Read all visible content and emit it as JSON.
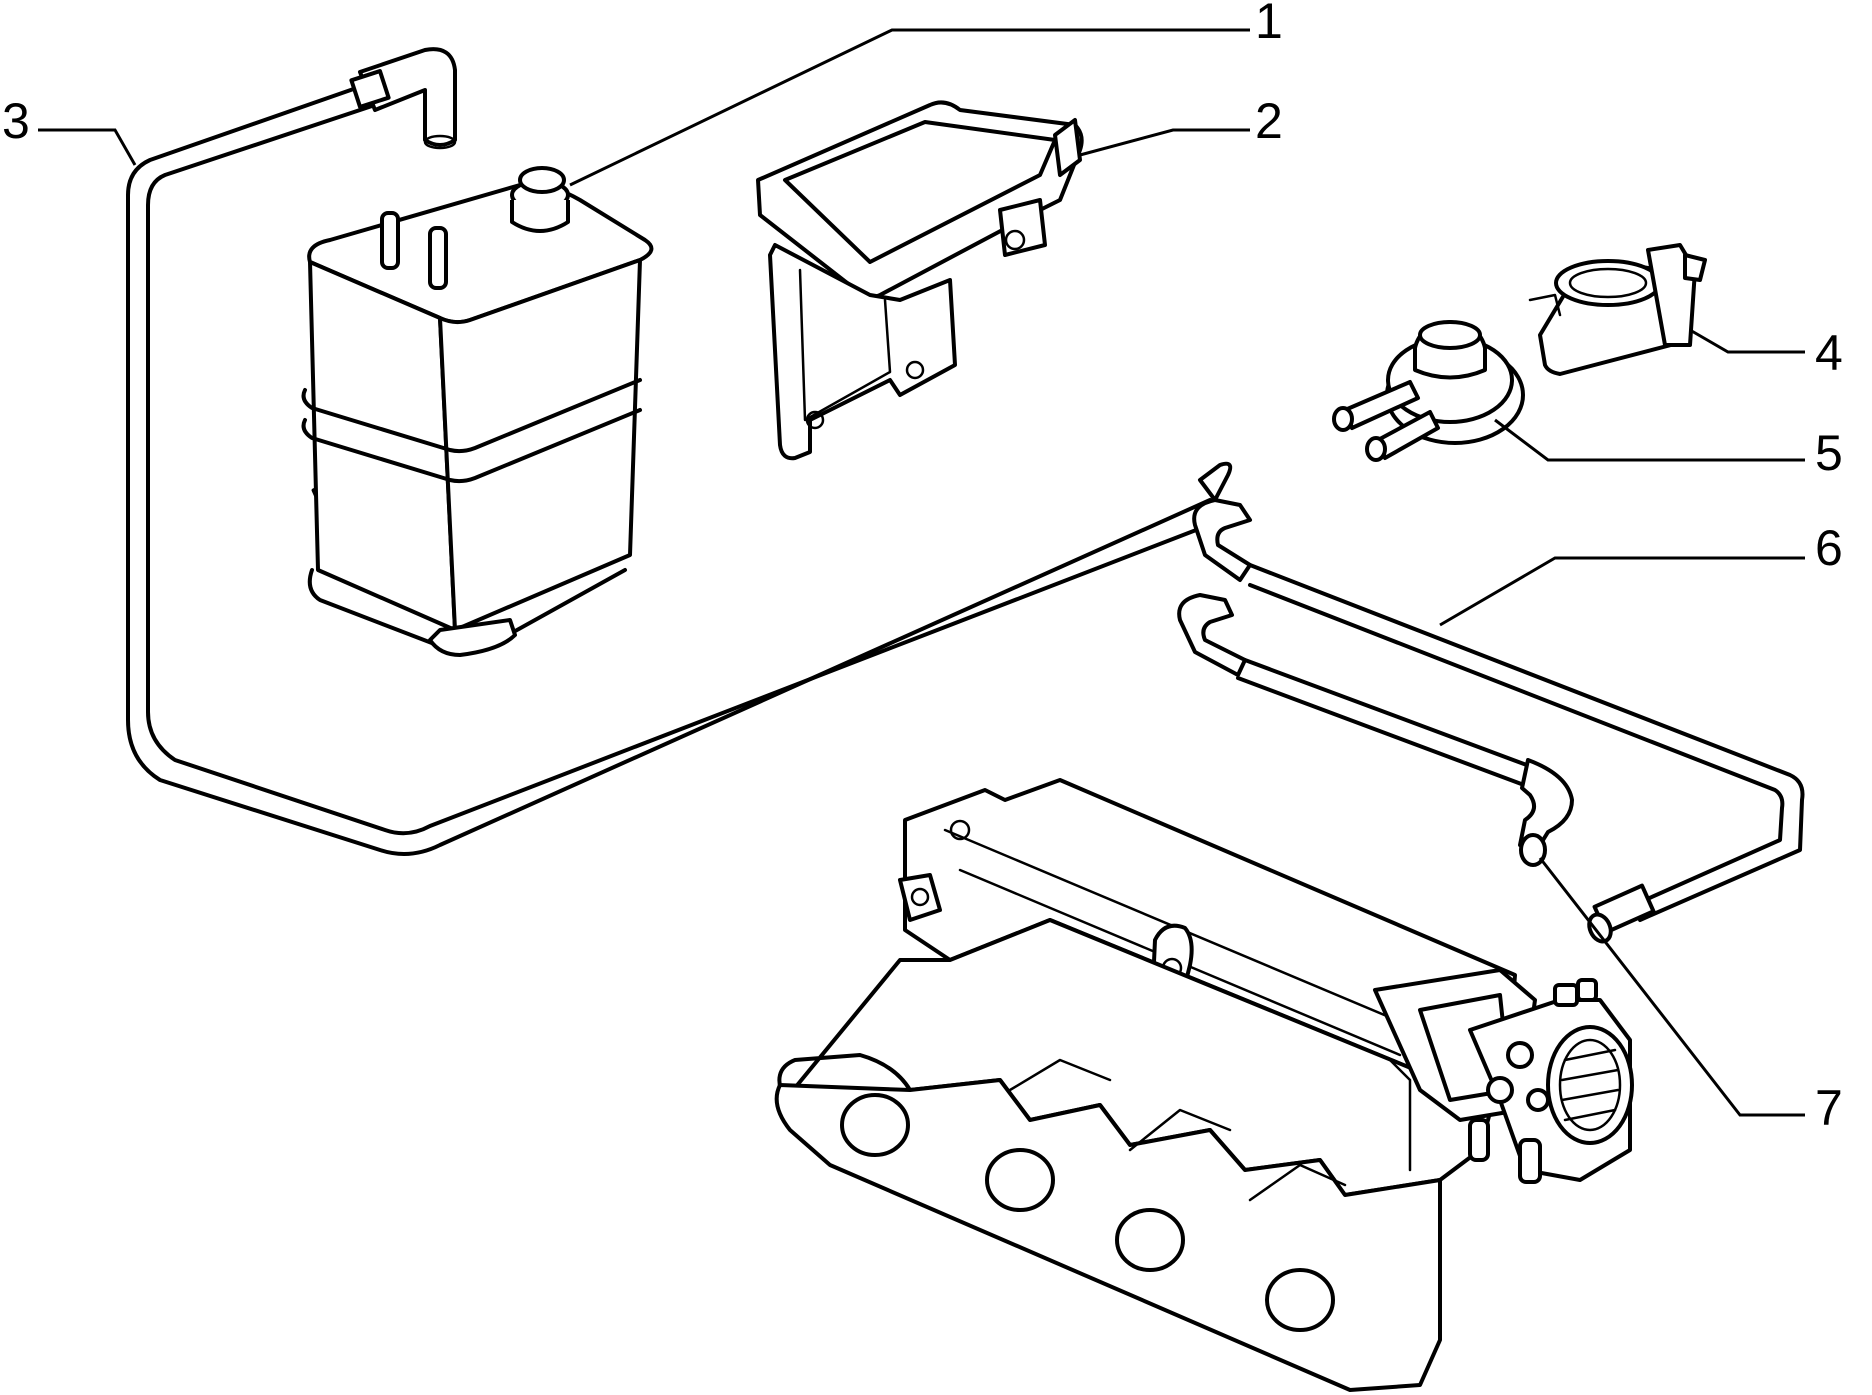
{
  "callouts": [
    {
      "id": "1",
      "label": "1"
    },
    {
      "id": "2",
      "label": "2"
    },
    {
      "id": "3",
      "label": "3"
    },
    {
      "id": "4",
      "label": "4"
    },
    {
      "id": "5",
      "label": "5"
    },
    {
      "id": "6",
      "label": "6"
    },
    {
      "id": "7",
      "label": "7"
    }
  ],
  "colors": {
    "line": "#000000",
    "background": "#ffffff"
  },
  "icons": [
    "carbon-canister",
    "canister-bracket",
    "hose",
    "valve-clamp",
    "purge-valve",
    "intake-manifold"
  ]
}
